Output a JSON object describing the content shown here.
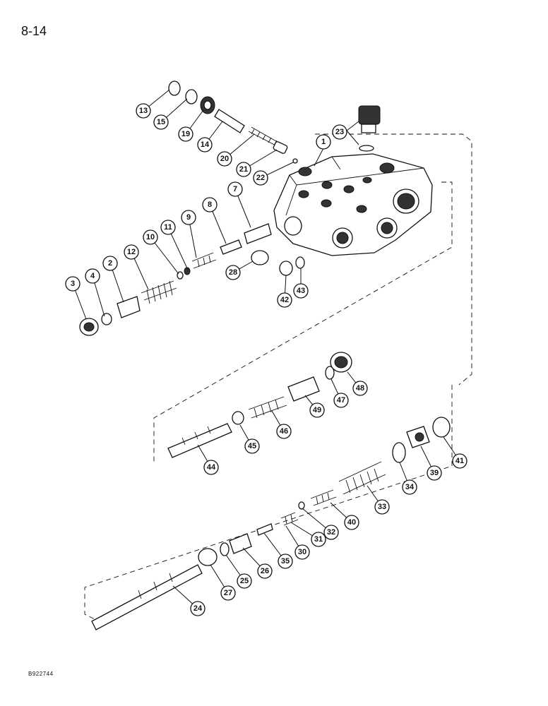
{
  "page": {
    "number": "8-14",
    "code": "B922744"
  },
  "callouts": [
    "1",
    "2",
    "3",
    "4",
    "7",
    "8",
    "9",
    "10",
    "11",
    "12",
    "13",
    "14",
    "15",
    "19",
    "20",
    "21",
    "22",
    "23",
    "24",
    "25",
    "26",
    "27",
    "28",
    "30",
    "31",
    "32",
    "33",
    "34",
    "35",
    "39",
    "40",
    "41",
    "42",
    "43",
    "44",
    "45",
    "46",
    "47",
    "48",
    "49"
  ]
}
